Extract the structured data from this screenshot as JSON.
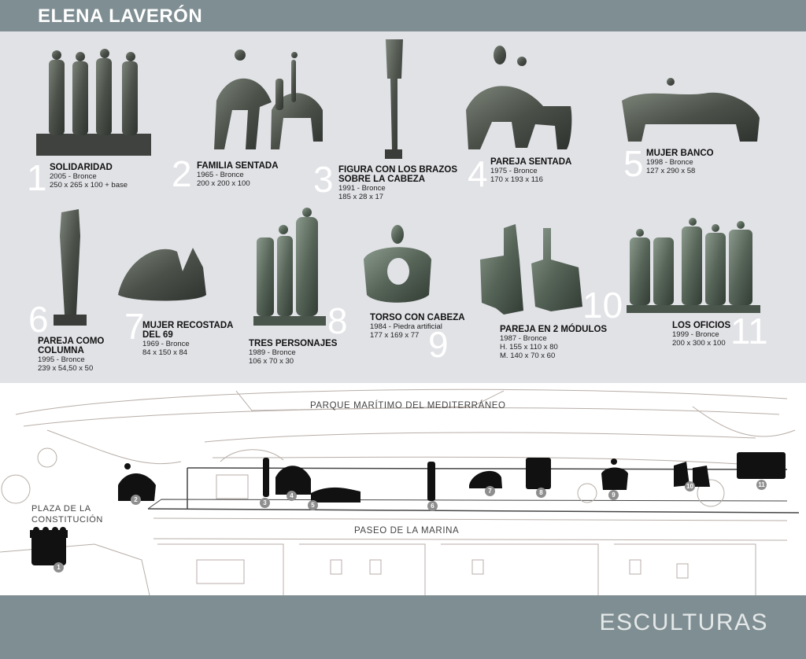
{
  "header": {
    "artist": "ELENA LAVERÓN"
  },
  "sculptures": [
    {
      "number": "1",
      "title": "SOLIDARIDAD",
      "year_material": "2005 - Bronce",
      "dimensions": "250 x 265 x 100 + base"
    },
    {
      "number": "2",
      "title": "FAMILIA SENTADA",
      "year_material": "1965 - Bronce",
      "dimensions": "200 x 200 x 100"
    },
    {
      "number": "3",
      "title_line1": "FIGURA CON LOS BRAZOS",
      "title_line2": "SOBRE LA CABEZA",
      "year_material": "1991 - Bronce",
      "dimensions": "185 x 28 x 17"
    },
    {
      "number": "4",
      "title": "PAREJA SENTADA",
      "year_material": "1975 - Bronce",
      "dimensions": "170 x 193 x 116"
    },
    {
      "number": "5",
      "title": "MUJER BANCO",
      "year_material": "1998 - Bronce",
      "dimensions": "127 x 290 x 58"
    },
    {
      "number": "6",
      "title_line1": "PAREJA COMO",
      "title_line2": "COLUMNA",
      "year_material": "1995 - Bronce",
      "dimensions": "239 x 54,50 x 50"
    },
    {
      "number": "7",
      "title_line1": "MUJER RECOSTADA",
      "title_line2": "DEL 69",
      "year_material": "1969 - Bronce",
      "dimensions": "84 x 150 x 84"
    },
    {
      "number": "8",
      "title": "TRES PERSONAJES",
      "year_material": "1989 - Bronce",
      "dimensions": "106 x 70 x 30"
    },
    {
      "number": "9",
      "title": "TORSO CON CABEZA",
      "year_material": "1984 - Piedra artificial",
      "dimensions": "177 x 169 x 77"
    },
    {
      "number": "10",
      "title": "PAREJA EN 2 MÓDULOS",
      "year_material": "1987 - Bronce",
      "dimensions": "H. 155 x 110 x 80",
      "dimensions2": "M. 140 x 70 x 60"
    },
    {
      "number": "11",
      "title": "LOS OFICIOS",
      "year_material": "1999 - Bronce",
      "dimensions": "200 x 300 x 100"
    }
  ],
  "map": {
    "park": "PARQUE MARÍTIMO DEL MEDITERRÁNEO",
    "plaza_line1": "PLAZA DE LA",
    "plaza_line2": "CONSTITUCIÓN",
    "paseo": "PASEO DE LA MARINA",
    "markers": [
      "1",
      "2",
      "3",
      "4",
      "5",
      "6",
      "7",
      "8",
      "9",
      "10",
      "11"
    ]
  },
  "footer": {
    "title": "ESCULTURAS"
  },
  "colors": {
    "band": "#7f8e92",
    "gallery_bg": "#e1e2e6",
    "bronze": "#4a4f4a",
    "silhouette": "#111111",
    "marker": "#8e8e8e"
  }
}
